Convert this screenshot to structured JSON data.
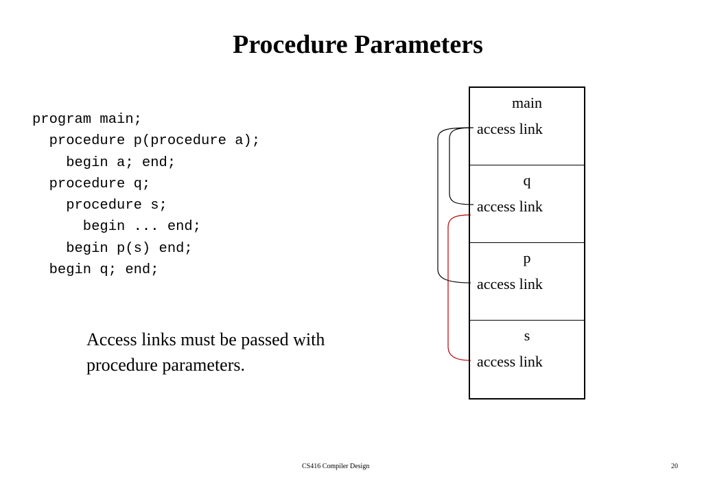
{
  "title": "Procedure Parameters",
  "code_lines": [
    "program main;",
    "  procedure p(procedure a);",
    "    begin a; end;",
    "  procedure q;",
    "    procedure s;",
    "      begin ... end;",
    "    begin p(s) end;",
    "  begin q; end;"
  ],
  "caption": {
    "line1": "Access links must be passed with",
    "line2": "procedure parameters."
  },
  "stack_frames": [
    {
      "name": "main",
      "link_label": "access link"
    },
    {
      "name": "q",
      "link_label": "access link"
    },
    {
      "name": "p",
      "link_label": "access link"
    },
    {
      "name": "s",
      "link_label": "access link"
    }
  ],
  "colors": {
    "access_link_dark": "#000000",
    "access_link_passed": "#b30000"
  },
  "footer": {
    "course": "CS416  Compiler Design",
    "page_number": "20"
  }
}
